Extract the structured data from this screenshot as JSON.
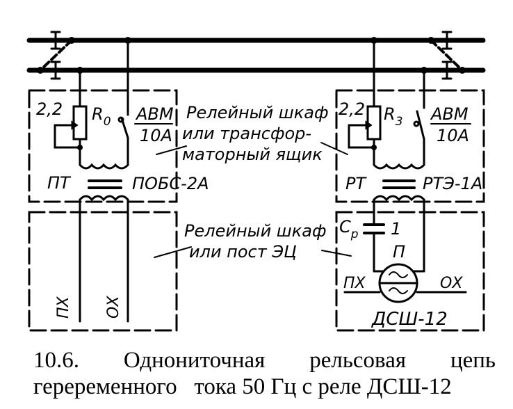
{
  "diagram": {
    "left_cabinet": {
      "resistor_value": "2,2",
      "resistor_label": "R",
      "resistor_sub": "0",
      "breaker_top": "АВМ",
      "breaker_bottom": "10А",
      "transformer_label": "ПТ",
      "transformer_type": "ПОБС-2А",
      "wire_left": "ПХ",
      "wire_right": "ОХ"
    },
    "right_cabinet": {
      "resistor_value": "2,2",
      "resistor_label": "R",
      "resistor_sub": "3",
      "breaker_top": "АВМ",
      "breaker_bottom": "10А",
      "transformer_label": "РТ",
      "transformer_type": "РТЭ-1А",
      "capacitor_label": "C",
      "capacitor_sub": "р",
      "capacitor_value": "1",
      "relay_winding": "П",
      "wire_left": "ПХ",
      "wire_right": "ОХ",
      "relay_type": "ДСШ-12"
    },
    "annotations": {
      "upper_line1": "Релейный шкаф",
      "upper_line2": "или трансфор-",
      "upper_line3": "маторный ящик",
      "lower_line1": "Релейный шкаф",
      "lower_line2": "или пост ЭЦ"
    }
  },
  "caption": {
    "line1_words": [
      "10.6.",
      "Однониточная",
      "рельсовая",
      "цепь"
    ],
    "line2": "гереременного   тока 50 Гц с реле ДСШ-12"
  }
}
